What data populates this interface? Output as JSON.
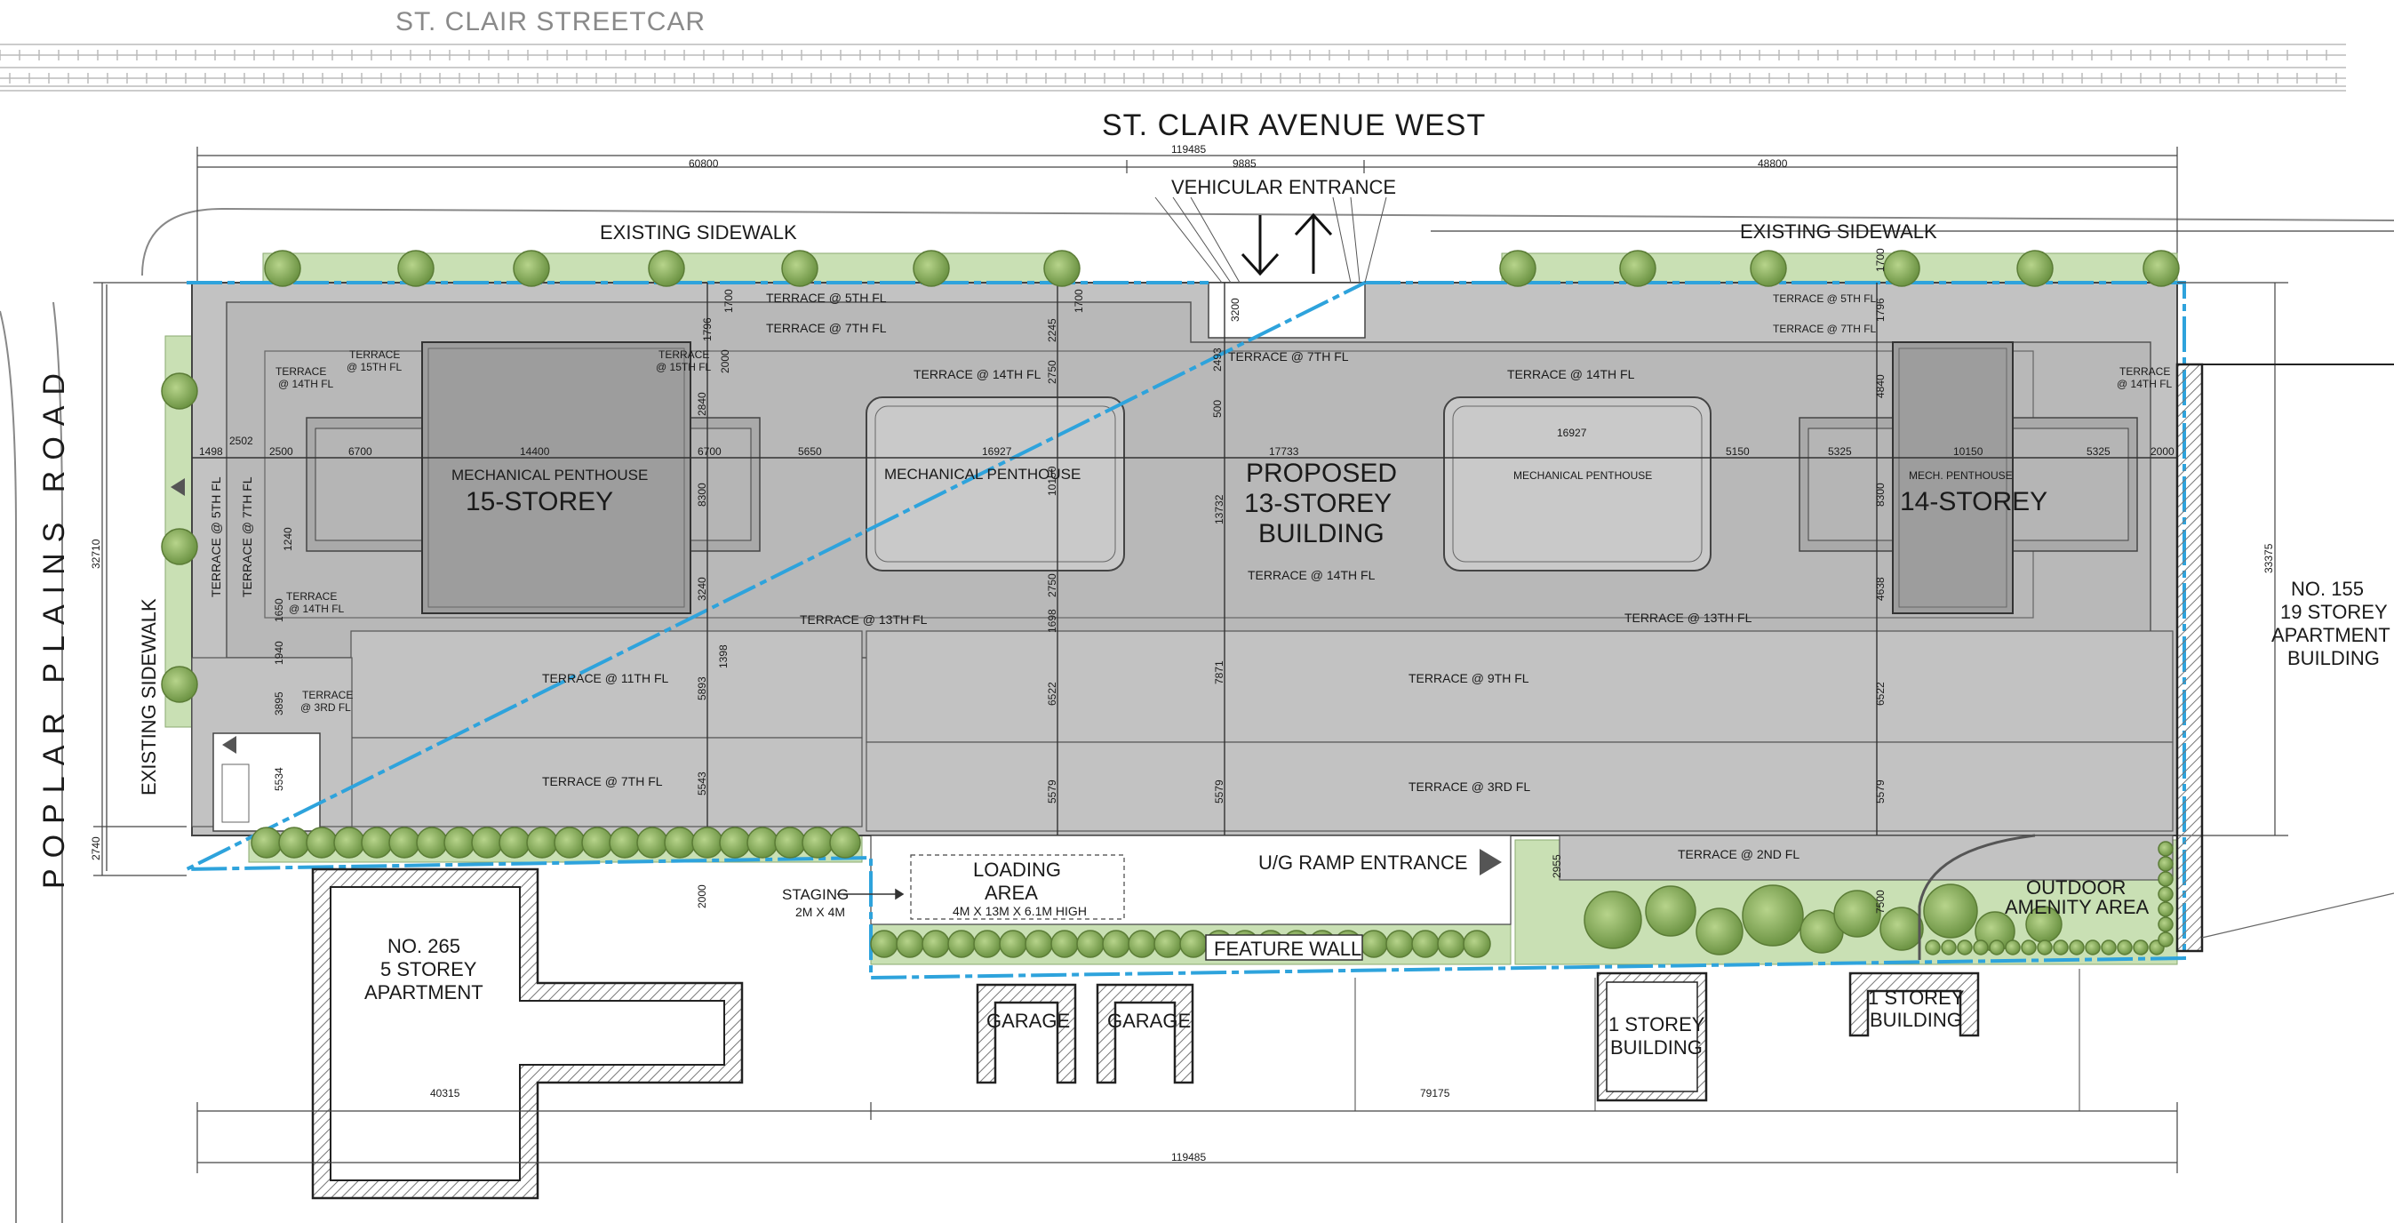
{
  "streets": {
    "streetcar": "ST. CLAIR STREETCAR",
    "avenue": "ST. CLAIR AVENUE WEST",
    "poplar": "POPLAR PLAINS ROAD"
  },
  "access": {
    "vehicular": "VEHICULAR ENTRANCE",
    "ramp": "U/G RAMP ENTRANCE",
    "loading_1": "LOADING",
    "loading_2": "AREA",
    "loading_size": "4M X 13M X 6.1M HIGH",
    "staging": "STAGING",
    "staging_size": "2M X 4M",
    "feature_wall": "FEATURE WALL"
  },
  "sidewalks": {
    "top_left": "EXISTING SIDEWALK",
    "top_right": "EXISTING SIDEWALK",
    "left": "EXISTING SIDEWALK"
  },
  "buildings": {
    "proposed_1": "PROPOSED",
    "proposed_2": "13-STOREY",
    "proposed_3": "BUILDING",
    "west_tower": "15-STOREY",
    "east_tower": "14-STOREY",
    "mech_west": "MECHANICAL PENTHOUSE",
    "mech_center": "MECHANICAL PENTHOUSE",
    "mech_center_east": "MECHANICAL PENTHOUSE",
    "mech_east": "MECH. PENTHOUSE"
  },
  "neighbours": {
    "no265_1": "NO. 265",
    "no265_2": "5 STOREY",
    "no265_3": "APARTMENT",
    "no155_1": "NO. 155",
    "no155_2": "19 STOREY",
    "no155_3": "APARTMENT",
    "no155_4": "BUILDING",
    "garage_1": "GARAGE",
    "garage_2": "GARAGE",
    "one_storey_a_1": "1 STOREY",
    "one_storey_a_2": "BUILDING",
    "one_storey_b_1": "1 STOREY",
    "one_storey_b_2": "BUILDING",
    "outdoor_1": "OUTDOOR",
    "outdoor_2": "AMENITY AREA"
  },
  "terraces": {
    "t5_west": "TERRACE @ 5TH FL",
    "t7_west": "TERRACE @ 7TH FL",
    "t14_centerwest": "TERRACE @ 14TH FL",
    "t7_center": "TERRACE @ 7TH FL",
    "t14_centereast": "TERRACE @ 14TH FL",
    "t5_east": "TERRACE @ 5TH FL",
    "t7_east": "TERRACE @ 7TH FL",
    "t14_center": "TERRACE @ 14TH FL",
    "t13_west": "TERRACE @ 13TH FL",
    "t13_east": "TERRACE @ 13TH FL",
    "t11": "TERRACE @ 11TH FL",
    "t9": "TERRACE @ 9TH FL",
    "t7_lower": "TERRACE @ 7TH FL",
    "t3": "TERRACE @ 3RD FL",
    "t2": "TERRACE @ 2ND FL",
    "t5_side": "TERRACE @ 5TH FL",
    "t7_side": "TERRACE @ 7TH FL",
    "small_terrace": "TERRACE",
    "small_terrace_2": "TERRACE",
    "small_terrace_3": "TERRACE",
    "small_terrace_4": "TERRACE",
    "small_terrace_5": "TERRACE",
    "small_terrace_6": "TERRACE",
    "s14_wl": "@ 14TH FL",
    "s15_w": "@ 15TH FL",
    "s15_wr": "@ 15TH FL",
    "s14_wb": "@ 14TH FL",
    "s3": "@ 3RD FL",
    "s14_e": "@ 14TH FL"
  },
  "dimensions": {
    "overall": "119485",
    "west_seg": "60800",
    "mid_seg": "9885",
    "east_seg": "48800",
    "d1700a": "1700",
    "d1796a": "1796",
    "d2000a": "2000",
    "d2840": "2840",
    "d8300a": "8300",
    "d3240": "3240",
    "d1398": "1398",
    "d5893": "5893",
    "d5543": "5543",
    "d2000b": "2000",
    "d2245": "2245",
    "d2750a": "2750",
    "d10150a": "10150",
    "d2750b": "2750",
    "d1698": "1698",
    "d6522a": "6522",
    "d5579a": "5579",
    "d1700b": "1700",
    "d3200": "3200",
    "d2493": "2493",
    "d500": "500",
    "d13732": "13732",
    "d7871": "7871",
    "d5579b": "5579",
    "d1700c": "1700",
    "d1796b": "1796",
    "d4840": "4840",
    "d8300b": "8300",
    "d4638": "4638",
    "d6522b": "6522",
    "d5579c": "5579",
    "d7500": "7500",
    "d2955": "2955",
    "d1498": "1498",
    "d2502": "2502",
    "d2500": "2500",
    "d6700a": "6700",
    "d14400": "14400",
    "d6700b": "6700",
    "d5650": "5650",
    "d16927a": "16927",
    "d17733": "17733",
    "d16927b": "16927",
    "d5150": "5150",
    "d5325a": "5325",
    "d10150b": "10150",
    "d5325b": "5325",
    "d2000c": "2000",
    "d1240": "1240",
    "d1650": "1650",
    "d1940": "1940",
    "d3895": "3895",
    "d5534": "5534",
    "d32710": "32710",
    "d2740": "2740",
    "d33375": "33375",
    "bottom_a": "40315",
    "bottom_b": "79175",
    "bottom_overall": "119485"
  },
  "colors": {
    "roof": "#c2c2c2",
    "mid_roof": "#b8b8b8",
    "penthouse": "#9d9d9d",
    "landscape": "#c9e0b4",
    "tree": "#7fa64f",
    "property_line": "#2ea3dc"
  }
}
